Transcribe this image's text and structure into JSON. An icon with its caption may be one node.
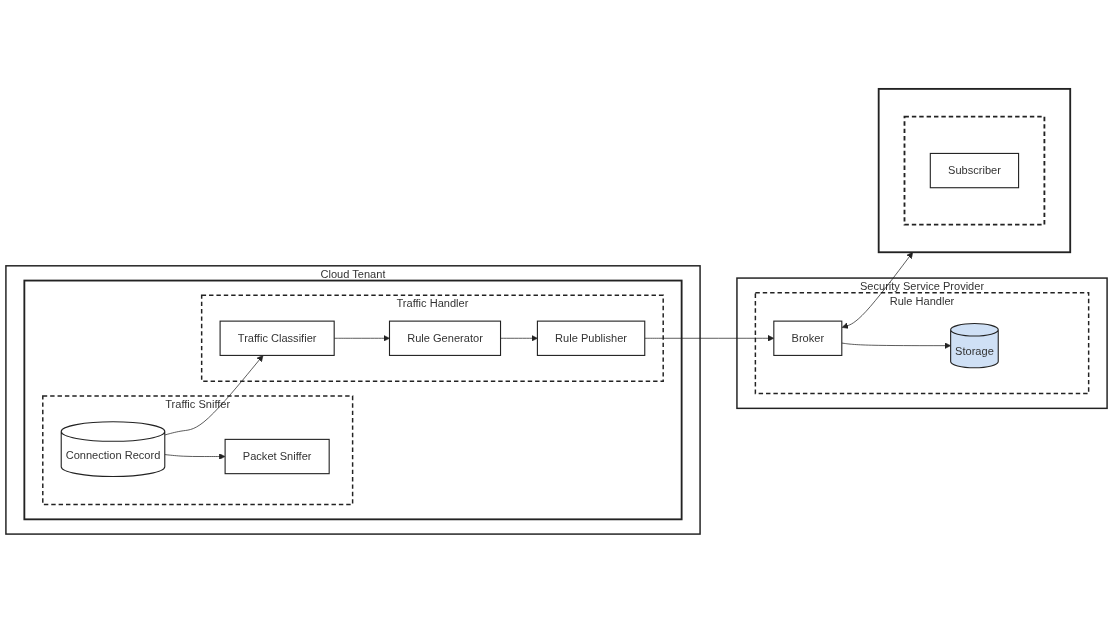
{
  "diagram": {
    "nodes": [
      {
        "text": [
          "Cloud Tenant"
        ]
      },
      {
        "text": [],
        "shape": "box",
        "in": 0
      },
      {
        "text": [
          "Traffic Sniffer"
        ],
        "in": 1
      },
      {
        "text": [
          "Connection Record"
        ],
        "in": 2
      },
      {
        "text": [
          "Packet Sniffer"
        ],
        "in": 2
      },
      {
        "text": [
          "Traffic Handler"
        ],
        "in": 1
      },
      {
        "text": [
          "Traffic Classifier"
        ],
        "in": 5
      },
      {
        "text": [
          "Rule Generator"
        ],
        "in": 5
      },
      {
        "text": [
          "Rule Publisher"
        ],
        "in": 5
      },
      {
        "text": [
          "Security Service Provider"
        ]
      },
      {
        "text": [
          "Rule Handler"
        ],
        "in": 9
      },
      {
        "text": [
          "Storage"
        ],
        "in": 10
      },
      {
        "text": [
          "Broker"
        ],
        "in": 10
      },
      {
        "text": [],
        "shape": "box"
      },
      {
        "text": [],
        "shape": "box",
        "in": 13
      },
      {
        "text": [
          "Subscriber"
        ],
        "in": 14
      }
    ],
    "edges": [
      {
        "from": 3,
        "to": 4,
        "arrow": "to"
      },
      {
        "from": 3,
        "to": 6,
        "arrow": "to"
      },
      {
        "from": 6,
        "to": 7,
        "arrow": "to"
      },
      {
        "from": 7,
        "to": 8,
        "arrow": "to"
      },
      {
        "from": 8,
        "to": 12,
        "arrow": "to"
      },
      {
        "from": 12,
        "to": 11,
        "arrow": "to"
      },
      {
        "from": 12,
        "to": 13,
        "arrow": "both"
      }
    ]
  }
}
